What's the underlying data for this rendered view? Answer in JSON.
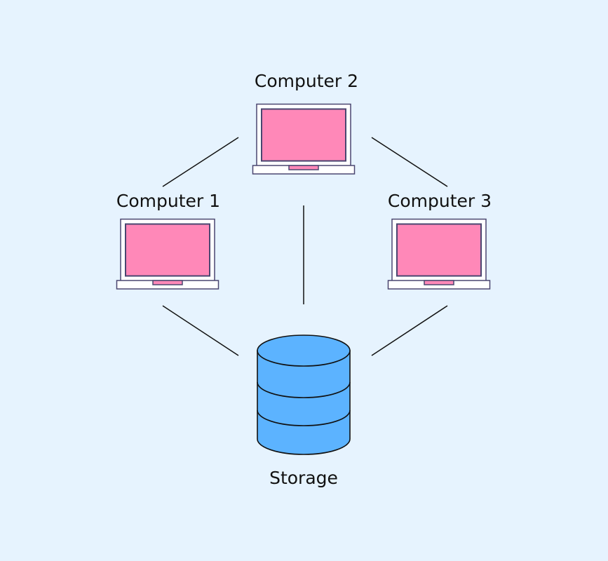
{
  "nodes": {
    "computer1": {
      "label": "Computer 1"
    },
    "computer2": {
      "label": "Computer 2"
    },
    "computer3": {
      "label": "Computer 3"
    },
    "storage": {
      "label": "Storage"
    }
  },
  "colors": {
    "background": "#e6f3fe",
    "screen": "#ff88b8",
    "frame": "#4a4670",
    "laptop_body": "#ffffff",
    "db_fill": "#5cb3ff",
    "line": "#111111"
  },
  "icons": {
    "computer": "laptop-icon",
    "storage": "database-icon"
  }
}
